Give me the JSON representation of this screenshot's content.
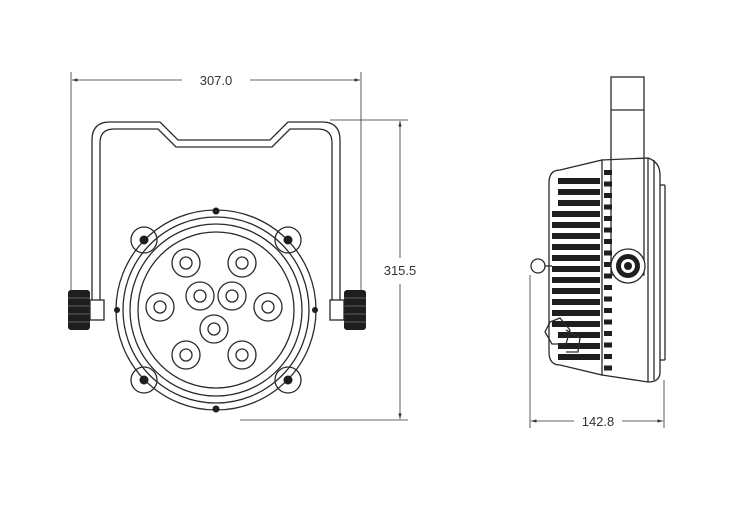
{
  "dimensions": {
    "front_width": "307.0",
    "front_height": "315.5",
    "side_depth": "142.8"
  },
  "colors": {
    "line": "#2a2a2a",
    "dimension": "#333333",
    "fill_dark": "#1e1e1e",
    "fill_light": "#ffffff"
  },
  "front_view": {
    "led_count": 9
  }
}
